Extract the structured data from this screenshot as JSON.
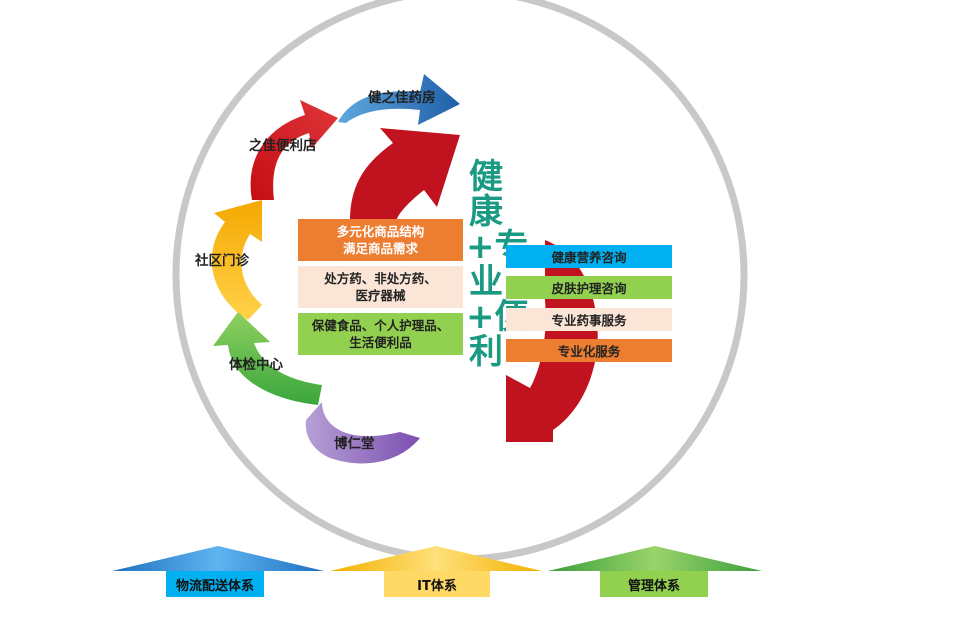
{
  "colors": {
    "ring": "#c8c8c8",
    "red": "#c1121f",
    "orange": "#ed7d31",
    "peach": "#fbe5d6",
    "green": "#92d050",
    "blue": "#00b0f0",
    "teal_text": "#1a9a83"
  },
  "cycle_nodes": [
    {
      "label": "健之佳药房",
      "color": "#2e75b6",
      "icon": "arrow-curve-icon"
    },
    {
      "label": "之佳便利店",
      "color": "#d9161c",
      "icon": "arrow-curve-icon"
    },
    {
      "label": "社区门诊",
      "color": "#ffc000",
      "icon": "arrow-curve-icon"
    },
    {
      "label": "体检中心",
      "color": "#4fb848",
      "icon": "arrow-curve-icon"
    },
    {
      "label": "博仁堂",
      "color": "#7030a0",
      "icon": "arrow-curve-icon"
    }
  ],
  "left_boxes": [
    {
      "text": "多元化商品结构\n满足商品需求",
      "bg": "#ed7d31",
      "fg": "#ffffff"
    },
    {
      "text": "处方药、非处方药、\n医疗器械",
      "bg": "#fbe5d6",
      "fg": "#222222"
    },
    {
      "text": "保健食品、个人护理品、\n生活便利品",
      "bg": "#92d050",
      "fg": "#222222"
    }
  ],
  "slogan": "健康+专业+便利",
  "right_boxes": [
    {
      "text": "健康营养咨询",
      "bg": "#00b0f0"
    },
    {
      "text": "皮肤护理咨询",
      "bg": "#92d050"
    },
    {
      "text": "专业药事服务",
      "bg": "#fbe5d6"
    },
    {
      "text": "专业化服务",
      "bg": "#ed7d31"
    }
  ],
  "foundations": [
    {
      "label": "物流配送体系",
      "color": "#2e75b6",
      "box": "#00b0f0"
    },
    {
      "label": "IT体系",
      "color": "#ffc000",
      "box": "#ffd966"
    },
    {
      "label": "管理体系",
      "color": "#4fb848",
      "box": "#92d050"
    }
  ]
}
